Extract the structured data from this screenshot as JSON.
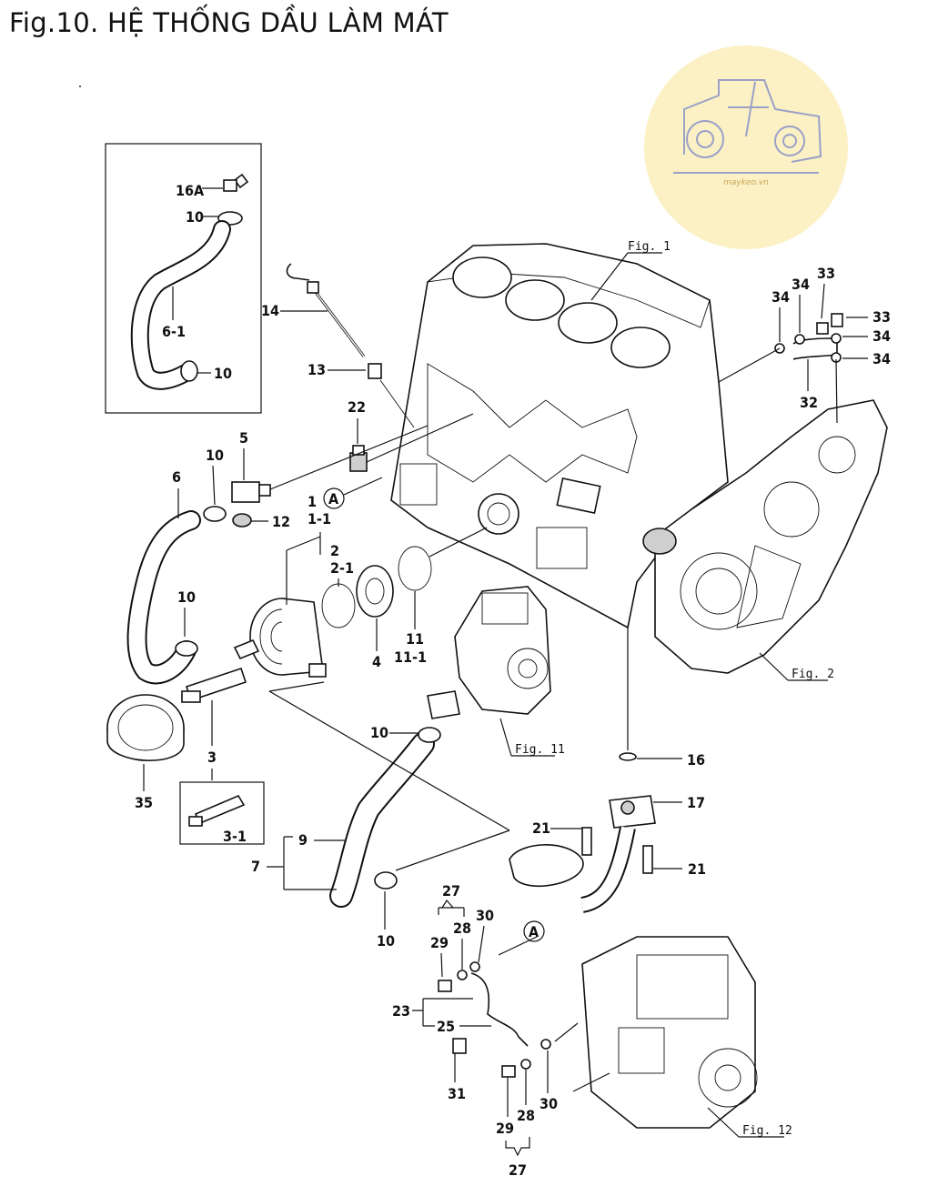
{
  "title": "Fig.10.  HỆ THỐNG DẦU LÀM MÁT",
  "watermark": {
    "text": "maykeo.vn",
    "color": "#fbf1c4",
    "line_color": "#9aa0c8"
  },
  "figure_refs": [
    "Fig. 1",
    "Fig. 2",
    "Fig. 11",
    "Fig. 12"
  ],
  "callouts": {
    "c16A": "16A",
    "c10a": "10",
    "c61": "6-1",
    "c10b": "10",
    "c14": "14",
    "c13": "13",
    "c22": "22",
    "c5": "5",
    "c10c": "10",
    "c6": "6",
    "c12": "12",
    "c1": "1",
    "c11": "1-1",
    "cA1": "A",
    "c2": "2",
    "c21": "2-1",
    "c4": "4",
    "c11b": "11",
    "c111": "11-1",
    "c10d": "10",
    "c3": "3",
    "c35": "35",
    "c31": "3-1",
    "c10e": "10",
    "c9": "9",
    "c7": "7",
    "c10f": "10",
    "c16": "16",
    "c17": "17",
    "c21a": "21",
    "c21b": "21",
    "c27a": "27",
    "c29a": "29",
    "c28a": "28",
    "c30a": "30",
    "cA2": "A",
    "c23": "23",
    "c25": "25",
    "c31b": "31",
    "c29b": "29",
    "c28b": "28",
    "c30b": "30",
    "c27b": "27",
    "c33a": "33",
    "c34a": "34",
    "c34b": "34",
    "c33b": "33",
    "c34c": "34",
    "c34d": "34",
    "c32": "32"
  }
}
